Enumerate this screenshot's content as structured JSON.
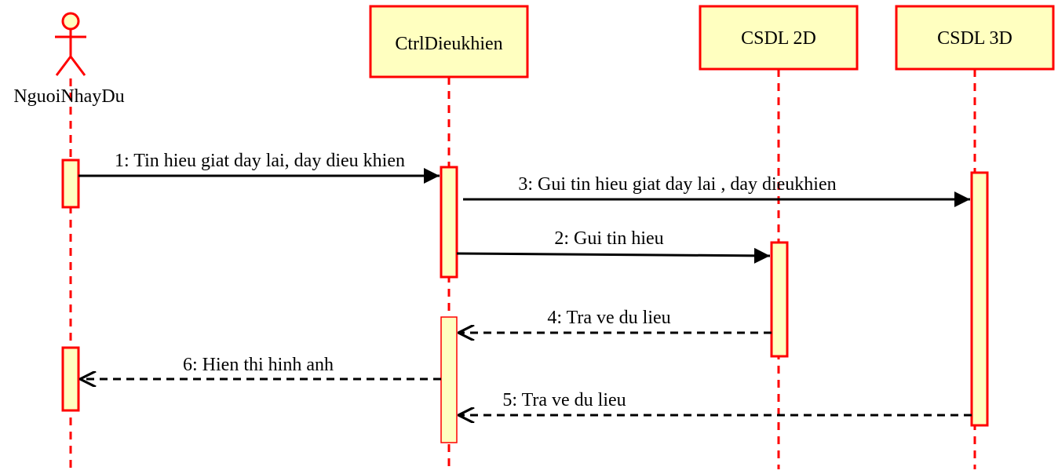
{
  "colors": {
    "line": "#ff0000",
    "fill": "#ffffc0",
    "arrow": "#000000",
    "background": "#ffffff"
  },
  "actor": {
    "name": "NguoiNhayDu",
    "icon": "stick-figure-icon"
  },
  "participants": [
    {
      "name": "CtrlDieukhien"
    },
    {
      "name": "CSDL 2D"
    },
    {
      "name": "CSDL 3D"
    }
  ],
  "messages": [
    {
      "label": "1: Tin hieu giat day lai, day dieu khien",
      "kind": "sync"
    },
    {
      "label": "3: Gui tin hieu giat day lai , day dieukhien",
      "kind": "sync"
    },
    {
      "label": "2: Gui tin hieu",
      "kind": "sync"
    },
    {
      "label": "4: Tra ve du lieu",
      "kind": "return"
    },
    {
      "label": "6: Hien thi hinh anh",
      "kind": "return"
    },
    {
      "label": "5: Tra ve du lieu",
      "kind": "return"
    }
  ]
}
